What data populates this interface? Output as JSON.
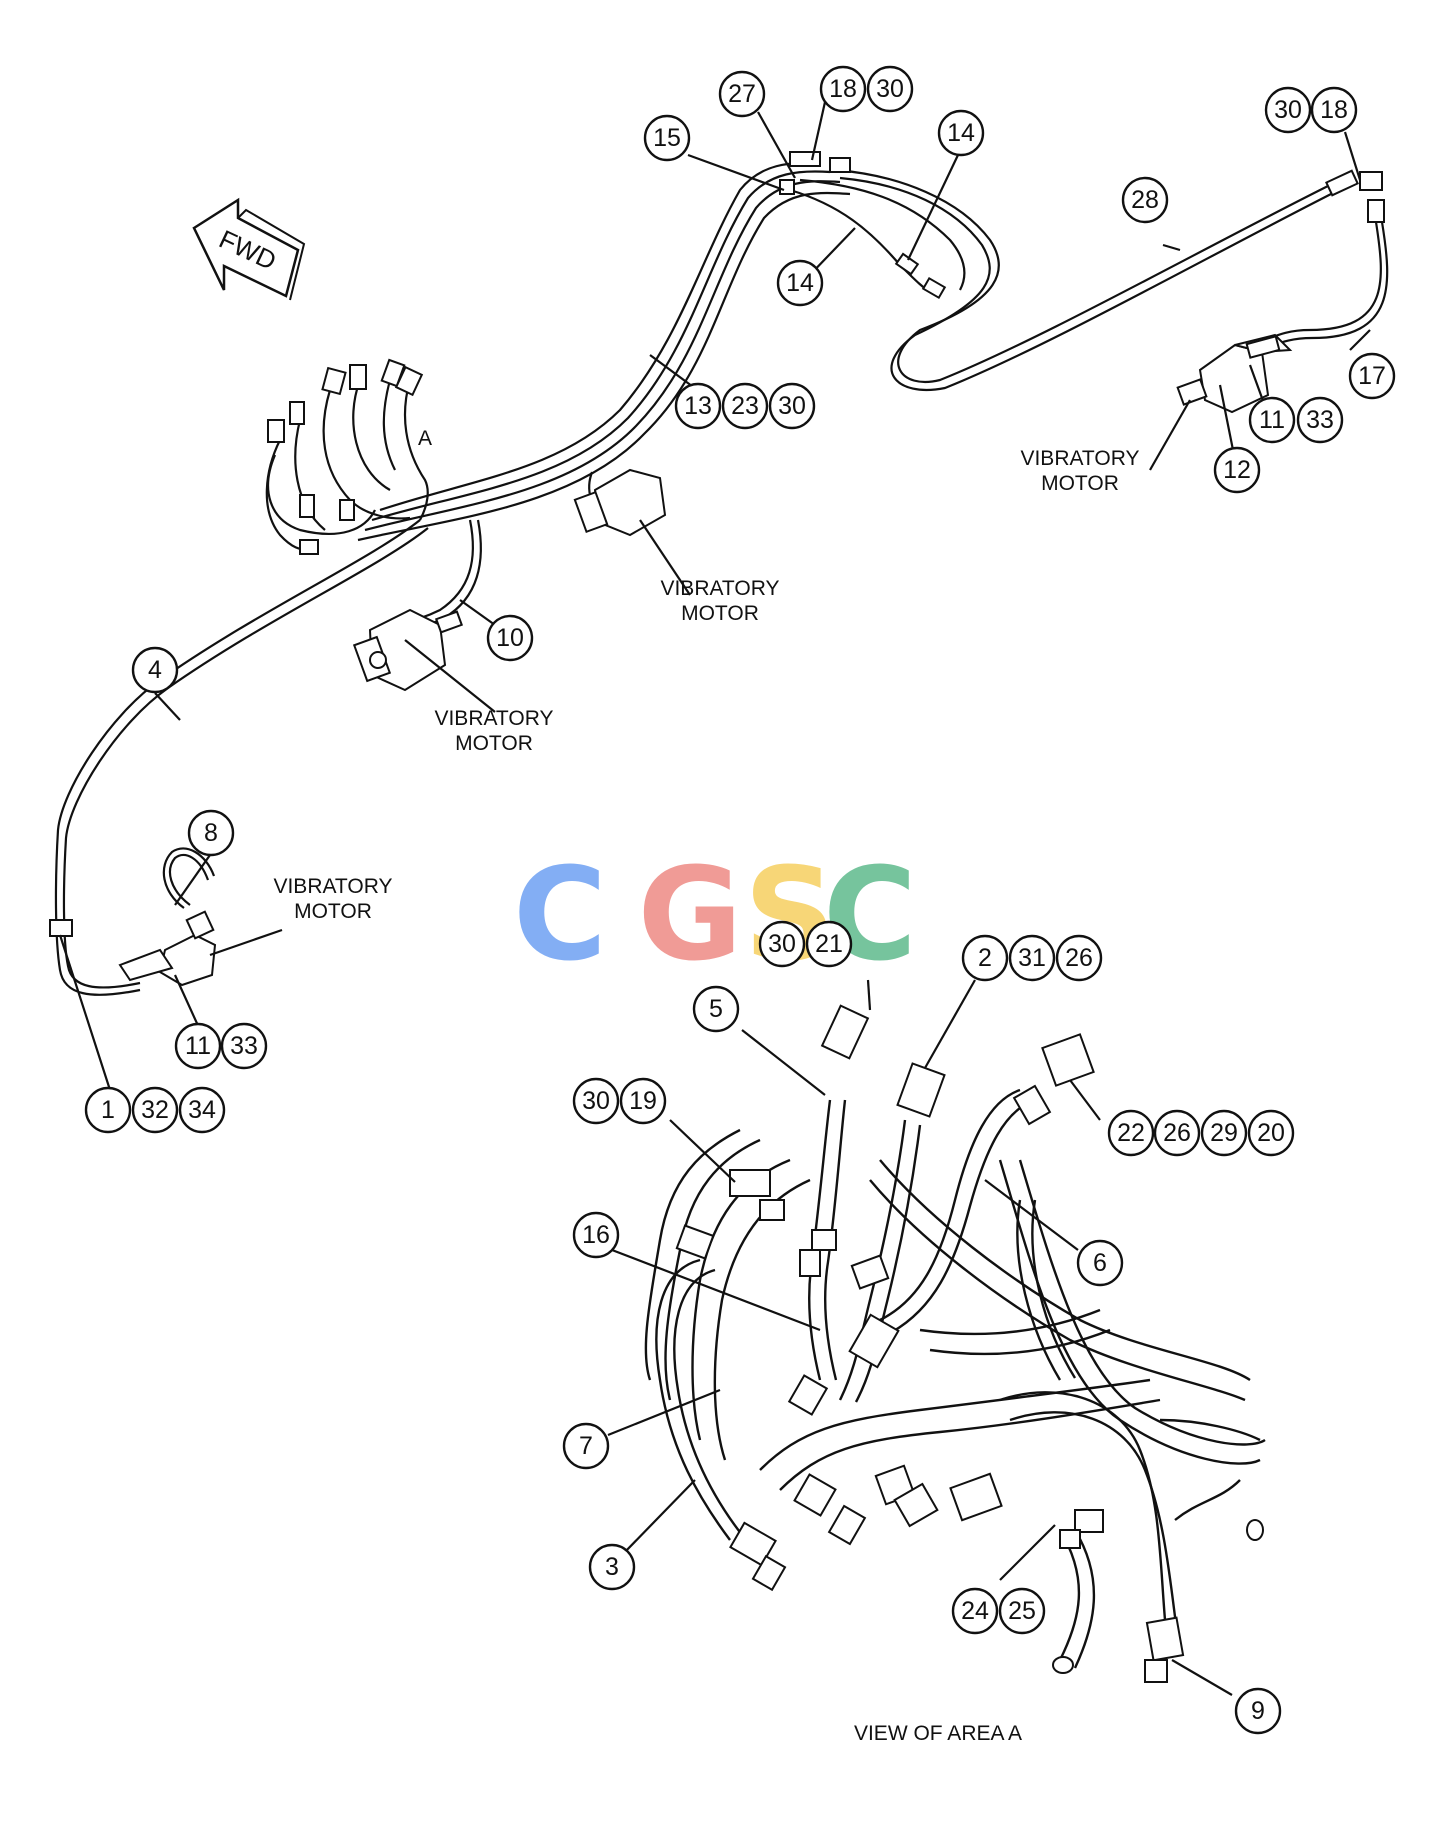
{
  "watermark": {
    "letters": [
      "C",
      "G",
      "S",
      "C"
    ],
    "colors": [
      "#6ea1f3",
      "#ee8a84",
      "#f6d060",
      "#5fba8d"
    ]
  },
  "fwd_label": "FWD",
  "area_label": "A",
  "view_caption": "VIEW OF AREA A",
  "motor_label": {
    "line1": "VIBRATORY",
    "line2": "MOTOR"
  },
  "callouts": [
    "1",
    "2",
    "3",
    "4",
    "5",
    "6",
    "7",
    "8",
    "9",
    "10",
    "11",
    "12",
    "13",
    "14",
    "15",
    "16",
    "17",
    "18",
    "19",
    "20",
    "21",
    "22",
    "23",
    "24",
    "25",
    "26",
    "27",
    "28",
    "29",
    "30",
    "31",
    "32",
    "33",
    "34"
  ],
  "colors": {
    "line": "#111111",
    "background": "#ffffff"
  }
}
